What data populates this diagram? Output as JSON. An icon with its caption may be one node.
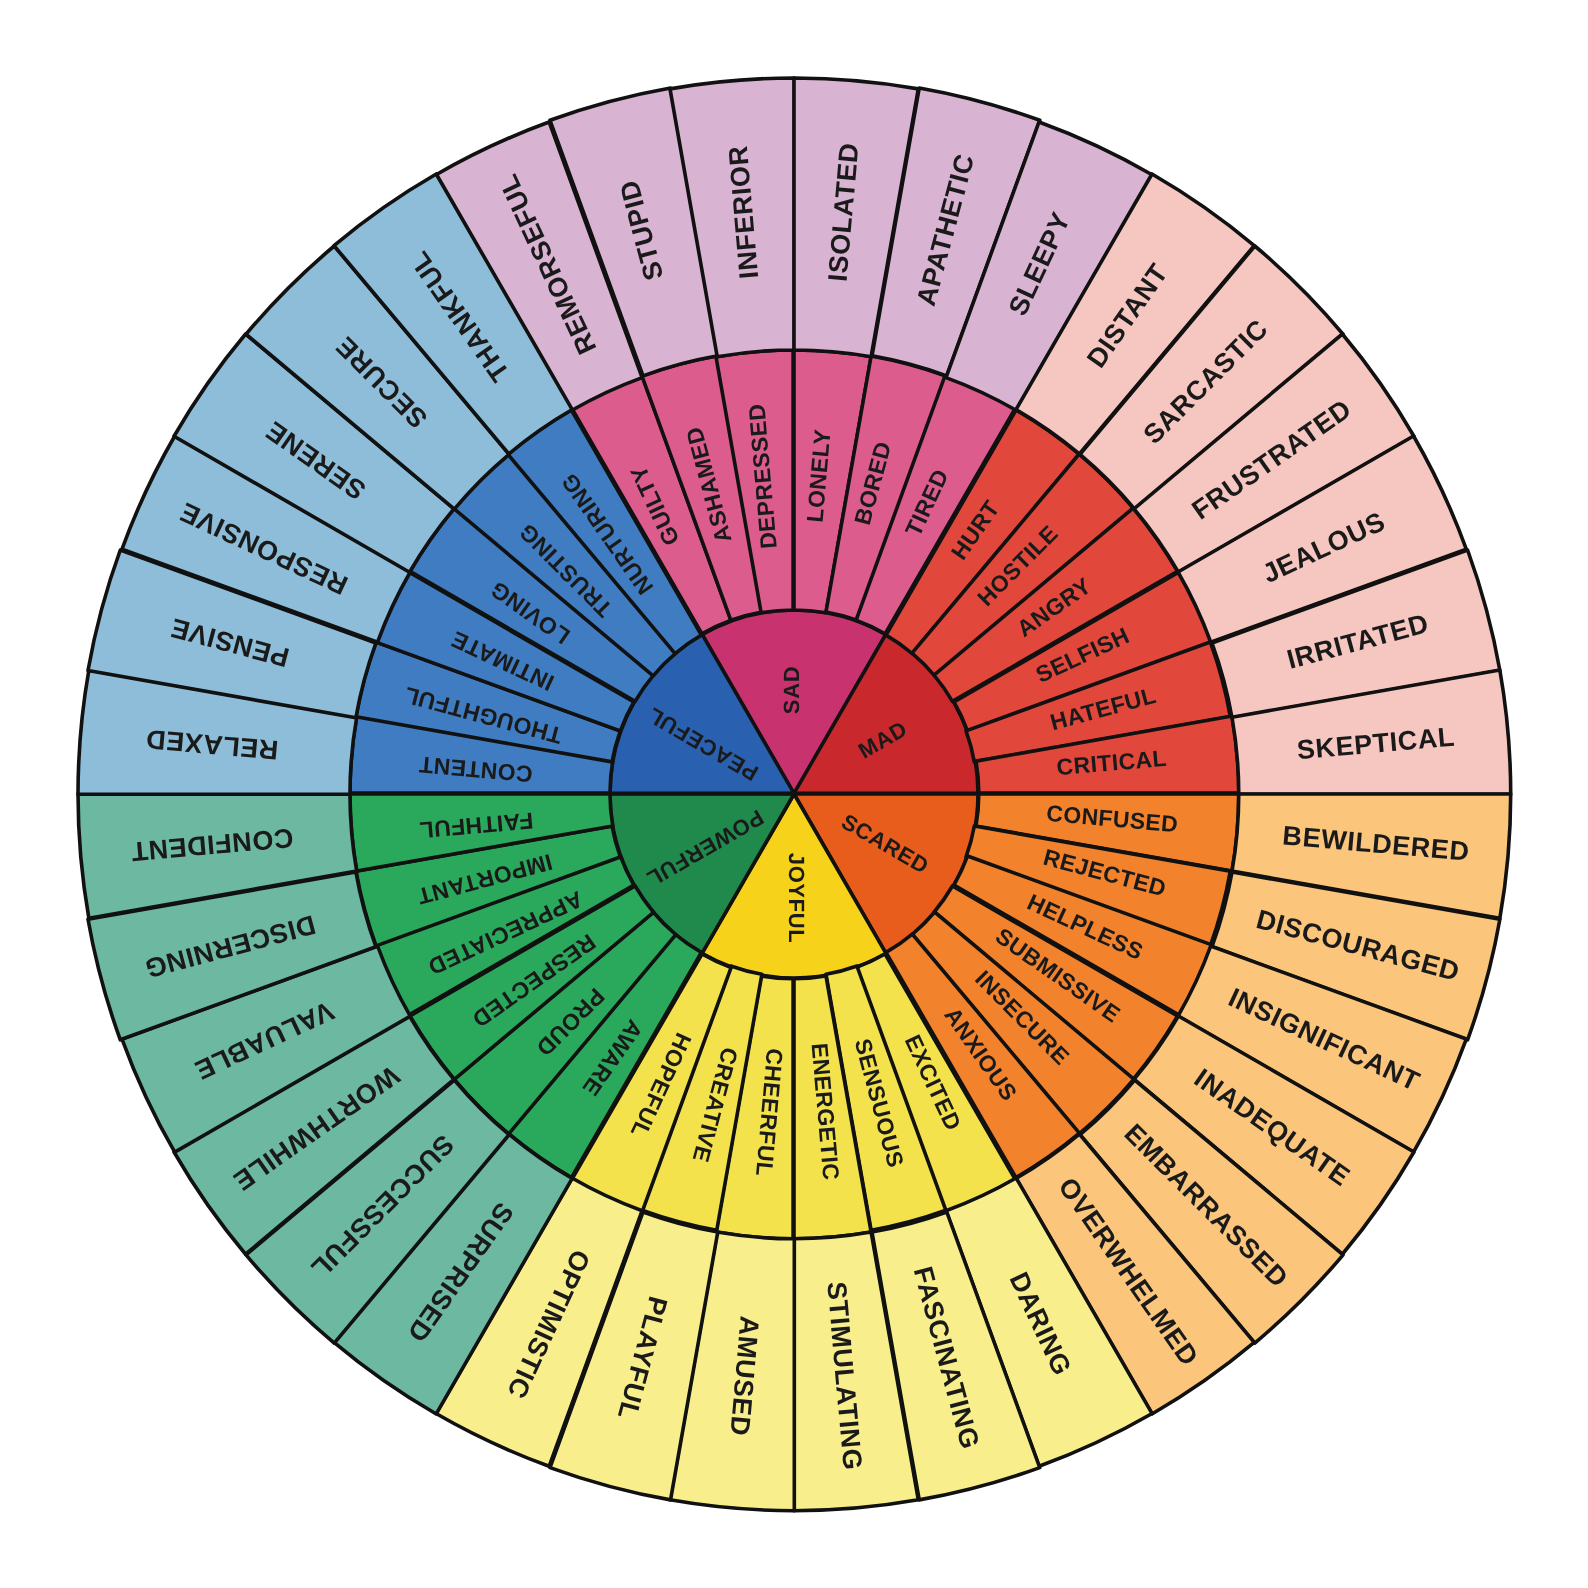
{
  "diagram": {
    "nodes": [
      {
        "text": [
          "SAD"
        ]
      },
      {
        "text": [
          "MAD"
        ]
      },
      {
        "text": [
          "SCARED"
        ]
      },
      {
        "text": [
          "JOYFUL"
        ]
      },
      {
        "text": [
          "POWERFUL"
        ]
      },
      {
        "text": [
          "PEACEFUL"
        ]
      },
      {
        "text": [
          "GUILTY"
        ]
      },
      {
        "text": [
          "ASHAMED"
        ]
      },
      {
        "text": [
          "DEPRESSED"
        ]
      },
      {
        "text": [
          "LONELY"
        ]
      },
      {
        "text": [
          "BORED"
        ]
      },
      {
        "text": [
          "TIRED"
        ]
      },
      {
        "text": [
          "HURT"
        ]
      },
      {
        "text": [
          "HOSTILE"
        ]
      },
      {
        "text": [
          "ANGRY"
        ]
      },
      {
        "text": [
          "SELFISH"
        ]
      },
      {
        "text": [
          "HATEFUL"
        ]
      },
      {
        "text": [
          "CRITICAL"
        ]
      },
      {
        "text": [
          "CONFUSED"
        ]
      },
      {
        "text": [
          "REJECTED"
        ]
      },
      {
        "text": [
          "HELPLESS"
        ]
      },
      {
        "text": [
          "SUBMISSIVE"
        ]
      },
      {
        "text": [
          "INSECURE"
        ]
      },
      {
        "text": [
          "ANXIOUS"
        ]
      },
      {
        "text": [
          "EXCITED"
        ]
      },
      {
        "text": [
          "SENSUOUS"
        ]
      },
      {
        "text": [
          "ENERGETIC"
        ]
      },
      {
        "text": [
          "CHEERFUL"
        ]
      },
      {
        "text": [
          "CREATIVE"
        ]
      },
      {
        "text": [
          "HOPEFUL"
        ]
      },
      {
        "text": [
          "AWARE"
        ]
      },
      {
        "text": [
          "PROUD"
        ]
      },
      {
        "text": [
          "RESPECTED"
        ]
      },
      {
        "text": [
          "APPRECIATED"
        ]
      },
      {
        "text": [
          "IMPORTANT"
        ]
      },
      {
        "text": [
          "FAITHFUL"
        ]
      },
      {
        "text": [
          "CONTENT"
        ]
      },
      {
        "text": [
          "THOUGHTFUL"
        ]
      },
      {
        "text": [
          "INTIMATE"
        ]
      },
      {
        "text": [
          "LOVING"
        ]
      },
      {
        "text": [
          "TRUSTING"
        ]
      },
      {
        "text": [
          "NURTURING"
        ]
      },
      {
        "text": [
          "REMORSEFUL"
        ]
      },
      {
        "text": [
          "STUPID"
        ]
      },
      {
        "text": [
          "INFERIOR"
        ]
      },
      {
        "text": [
          "ISOLATED"
        ]
      },
      {
        "text": [
          "APATHETIC"
        ]
      },
      {
        "text": [
          "SLEEPY"
        ]
      },
      {
        "text": [
          "DISTANT"
        ]
      },
      {
        "text": [
          "SARCASTIC"
        ]
      },
      {
        "text": [
          "FRUSTRATED"
        ]
      },
      {
        "text": [
          "JEALOUS"
        ]
      },
      {
        "text": [
          "IRRITATED"
        ]
      },
      {
        "text": [
          "SKEPTICAL"
        ]
      },
      {
        "text": [
          "BEWILDERED"
        ]
      },
      {
        "text": [
          "DISCOURAGED"
        ]
      },
      {
        "text": [
          "INSIGNIFICANT"
        ]
      },
      {
        "text": [
          "INADEQUATE"
        ]
      },
      {
        "text": [
          "EMBARRASSED"
        ]
      },
      {
        "text": [
          "OVERWHELMED"
        ]
      },
      {
        "text": [
          "DARING"
        ]
      },
      {
        "text": [
          "FASCINATING"
        ]
      },
      {
        "text": [
          "STIMULATING"
        ]
      },
      {
        "text": [
          "AMUSED"
        ]
      },
      {
        "text": [
          "PLAYFUL"
        ]
      },
      {
        "text": [
          "OPTIMISTIC"
        ]
      },
      {
        "text": [
          "SURPRISED"
        ]
      },
      {
        "text": [
          "SUCCESSFUL"
        ]
      },
      {
        "text": [
          "WORTHWHILE"
        ]
      },
      {
        "text": [
          "VALUABLE"
        ]
      },
      {
        "text": [
          "DISCERNING"
        ]
      },
      {
        "text": [
          "CONFIDENT"
        ]
      },
      {
        "text": [
          "RELAXED"
        ]
      },
      {
        "text": [
          "PENSIVE"
        ]
      },
      {
        "text": [
          "RESPONSIVE"
        ]
      },
      {
        "text": [
          "SERENE"
        ]
      },
      {
        "text": [
          "SECURE"
        ]
      },
      {
        "text": [
          "THANKFUL"
        ]
      }
    ]
  }
}
